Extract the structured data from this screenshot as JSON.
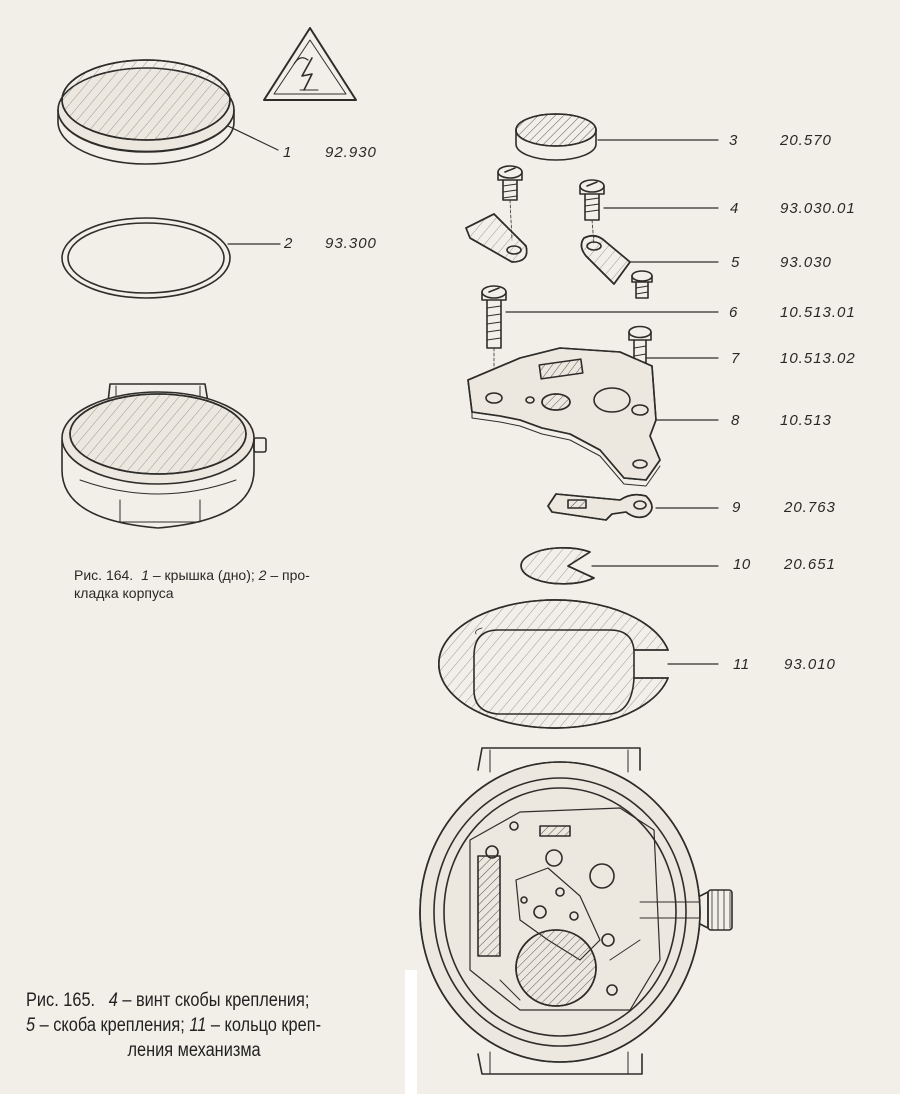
{
  "figure164": {
    "parts": [
      {
        "num": "1",
        "code": "92.930"
      },
      {
        "num": "2",
        "code": "93.300"
      }
    ],
    "caption": {
      "fig": "Рис. 164.",
      "n1": "1",
      "t1": " – крышка (дно); ",
      "n2": "2",
      "t2": " – про-",
      "line2": "кладка корпуса"
    }
  },
  "figure165": {
    "parts": [
      {
        "num": "3",
        "code": "20.570"
      },
      {
        "num": "4",
        "code": "93.030.01"
      },
      {
        "num": "5",
        "code": "93.030"
      },
      {
        "num": "6",
        "code": "10.513.01"
      },
      {
        "num": "7",
        "code": "10.513.02"
      },
      {
        "num": "8",
        "code": "10.513"
      },
      {
        "num": "9",
        "code": "20.763"
      },
      {
        "num": "10",
        "code": "20.651"
      },
      {
        "num": "11",
        "code": "93.010"
      }
    ],
    "caption": {
      "fig": "Рис. 165.",
      "n1": "4",
      "t1": " – винт скобы крепления;",
      "n2": "5",
      "t2": " – скоба крепления; ",
      "n3": "11",
      "t3": " – кольцо креп-",
      "line3": "ления механизма"
    }
  },
  "icons": {
    "warning": "electric-shock-warning-icon"
  },
  "colors": {
    "paper": "#f2efe8",
    "ink": "#2a2826"
  }
}
